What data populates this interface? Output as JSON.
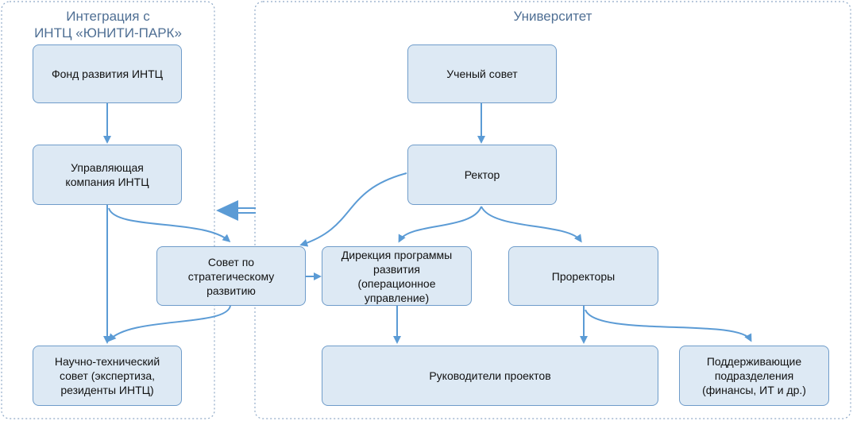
{
  "groups": {
    "left_title": "Интеграция с\nИНТЦ «ЮНИТИ-ПАРК»",
    "right_title": "Университет"
  },
  "nodes": {
    "fund": "Фонд развития ИНТЦ",
    "mgmt": "Управляющая\nкомпания ИНТЦ",
    "council": "Совет по\nстратегическому\nразвитию",
    "ntc": "Научно-технический\nсовет (экспертиза,\nрезиденты ИНТЦ)",
    "academic": "Ученый совет",
    "rector": "Ректор",
    "directorate": "Дирекция программы\nразвития\n(операционное\nуправление)",
    "vice": "Проректоры",
    "projects": "Руководители проектов",
    "support": "Поддерживающие\nподразделения\n(финансы, ИТ и др.)"
  },
  "colors": {
    "node_fill": "#dde9f4",
    "node_border": "#6f9cca",
    "arrow": "#5b9bd5",
    "group_border": "#8fa9c7",
    "group_title": "#4f6f94"
  }
}
